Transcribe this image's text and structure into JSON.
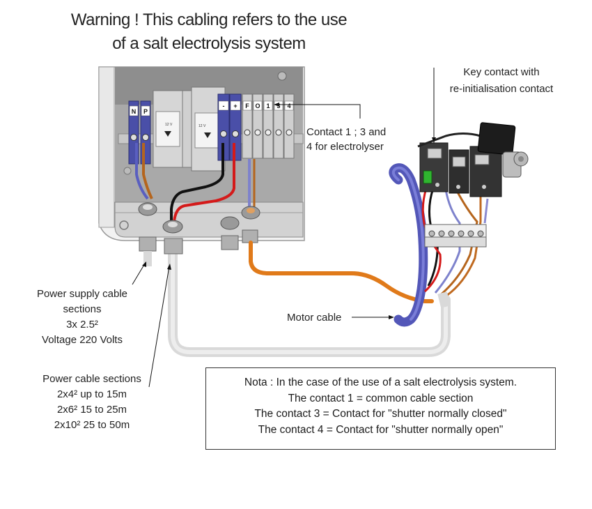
{
  "title": {
    "line1": "Warning ! This cabling refers to the use",
    "line2": "of a salt electrolysis system"
  },
  "callouts": {
    "key_contact": {
      "line1": "Key contact with",
      "line2": "re-initialisation contact"
    },
    "contacts": {
      "line1": "Contact 1 ; 3 and",
      "line2": "4 for electrolyser"
    },
    "motor_cable": "Motor cable",
    "power_supply": {
      "line1": "Power supply cable",
      "line2": "sections",
      "line3": "3x 2.5²",
      "line4": "Voltage 220 Volts"
    },
    "power_cable": {
      "line1": "Power cable sections",
      "line2": "2x4² up to 15m",
      "line3": "2x6² 15 to 25m",
      "line4": "2x10² 25 to 50m"
    }
  },
  "terminals": {
    "left_block": [
      "N",
      "P"
    ],
    "right_block": [
      "-",
      "+",
      "F",
      "O",
      "1",
      "3",
      "4"
    ]
  },
  "relay": {
    "rating": "12 V"
  },
  "note": {
    "line1": "Nota : In the case of the use of a salt electrolysis system.",
    "line2": "The contact 1 = common cable section",
    "line3": "The  contact 3 = Contact for \"shutter normally closed\"",
    "line4": "The contact 4 = Contact for \"shutter normally open\""
  },
  "colors": {
    "blue_terminal": "#4a4fa8",
    "cable_orange": "#e07a1a",
    "cable_red": "#d41a1a",
    "cable_black": "#111111",
    "cable_blue": "#5a5fc0",
    "cable_grey": "#d8d8d8",
    "key_switch_green": "#2fb52f"
  }
}
